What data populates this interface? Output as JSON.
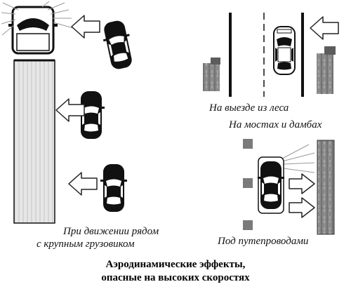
{
  "labels": {
    "truck_line1": "При движении рядом",
    "truck_line2": "с крупным грузовиком",
    "forest_exit": "На выезде из леса",
    "bridges_dams": "На мостах и дамбах",
    "overpasses": "Под путепроводами"
  },
  "title": {
    "line1": "Аэродинамические  эффекты,",
    "line2": "опасные  на  высоких  скоростях"
  },
  "colors": {
    "ink": "#111111",
    "trailer_fill": "#e6e6e6",
    "tree_fill": "#777777",
    "arrow_fill": "#ffffff"
  }
}
